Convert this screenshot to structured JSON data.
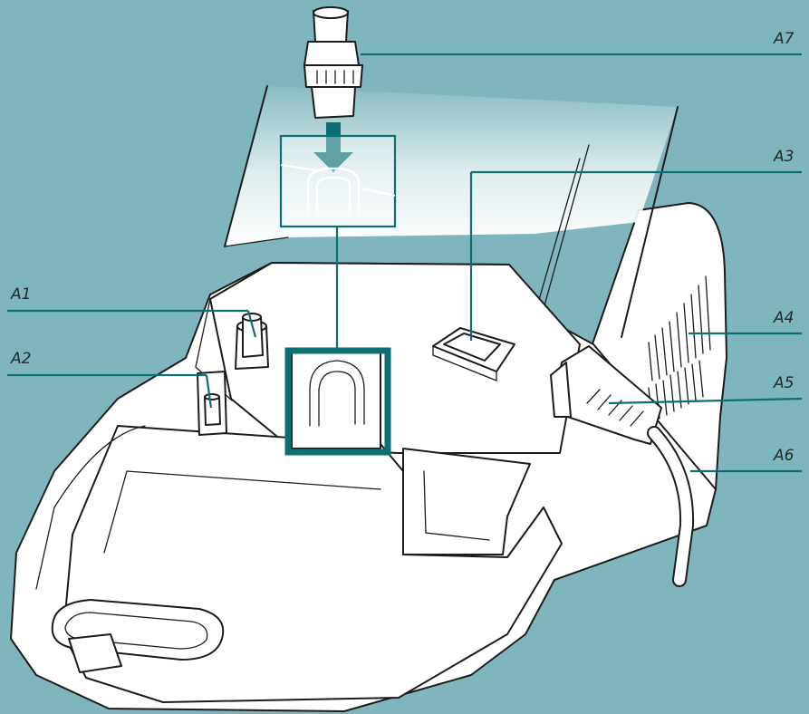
{
  "callouts": [
    {
      "id": "A1",
      "label": "A1"
    },
    {
      "id": "A2",
      "label": "A2"
    },
    {
      "id": "A3",
      "label": "A3"
    },
    {
      "id": "A4",
      "label": "A4"
    },
    {
      "id": "A5",
      "label": "A5"
    },
    {
      "id": "A6",
      "label": "A6"
    },
    {
      "id": "A7",
      "label": "A7"
    }
  ],
  "colors": {
    "background": "#7fb6bd",
    "accent": "#0b6f73",
    "device": "#ffffff",
    "outline": "#1c1c1c"
  }
}
